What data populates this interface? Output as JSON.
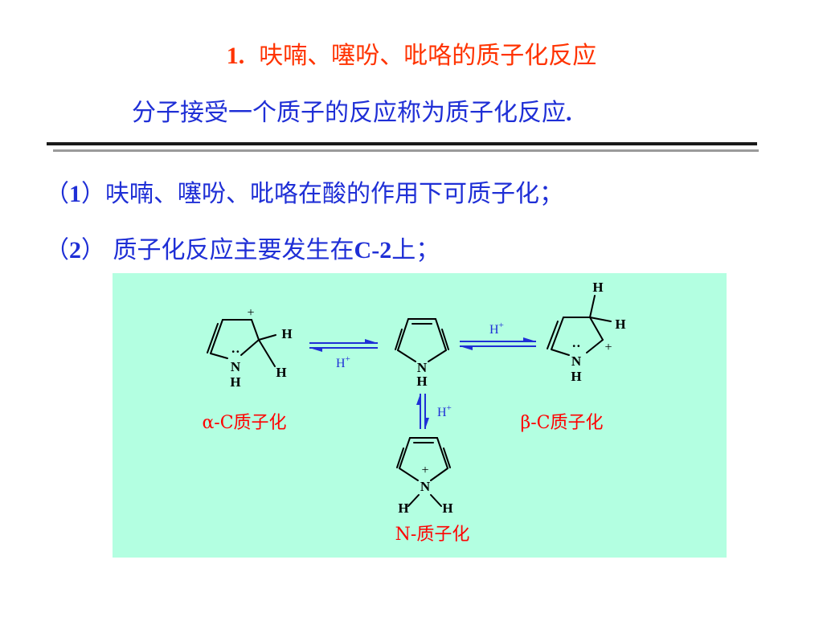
{
  "title": {
    "number": "1.",
    "text": "呋喃、噻吩、吡咯的质子化反应"
  },
  "subtitle": {
    "text": "分子接受一个质子的反应称为质子化反应",
    "end": "."
  },
  "points": [
    {
      "open": "（",
      "num": "1",
      "close": "）",
      "text": "呋喃、噻吩、吡咯在酸的作用下可质子化；"
    },
    {
      "open": "（",
      "num": "2",
      "close": "）",
      "text_a": " 质子化反应主要发生在",
      "text_b": "C-2",
      "text_c": "上；"
    }
  ],
  "diagram": {
    "background_color": "#b3ffe1",
    "arrow_color": "#1f2fd6",
    "label_color": "#ff0000",
    "atoms": {
      "N": "N",
      "H": "H",
      "plus": "+",
      "lone_pair": "··"
    },
    "proton": "H",
    "proton_charge": "+",
    "labels": {
      "alpha": "α-C质子化",
      "beta": "β-C质子化",
      "n": "N-质子化"
    }
  }
}
